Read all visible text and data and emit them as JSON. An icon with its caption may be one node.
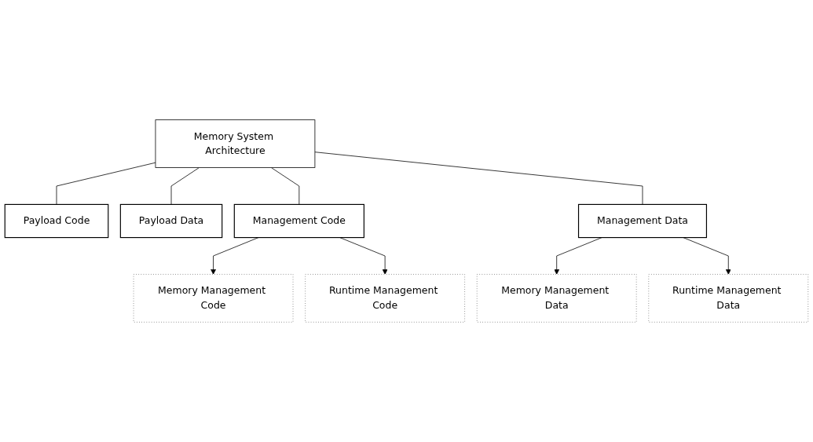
{
  "diagram": {
    "nodes": [
      {
        "text": [
          "Memory System Architecture"
        ]
      },
      {
        "text": [
          "Payload Code"
        ]
      },
      {
        "text": [
          "Payload Data"
        ]
      },
      {
        "text": [
          "Management Code"
        ]
      },
      {
        "text": [
          "Management Data"
        ]
      },
      {
        "text": [
          "Memory Management Code"
        ]
      },
      {
        "text": [
          "Runtime Management Code"
        ]
      },
      {
        "text": [
          "Memory Management Data"
        ]
      },
      {
        "text": [
          "Runtime Management Data"
        ]
      }
    ],
    "edges": [
      {
        "from": 0,
        "to": 1,
        "arrow": "none"
      },
      {
        "from": 0,
        "to": 2,
        "arrow": "none"
      },
      {
        "from": 0,
        "to": 3,
        "arrow": "none"
      },
      {
        "from": 0,
        "to": 4,
        "arrow": "none"
      },
      {
        "from": 3,
        "to": 5,
        "arrow": "to"
      },
      {
        "from": 3,
        "to": 6,
        "arrow": "to"
      },
      {
        "from": 4,
        "to": 7,
        "arrow": "to"
      },
      {
        "from": 4,
        "to": 8,
        "arrow": "to"
      }
    ]
  }
}
